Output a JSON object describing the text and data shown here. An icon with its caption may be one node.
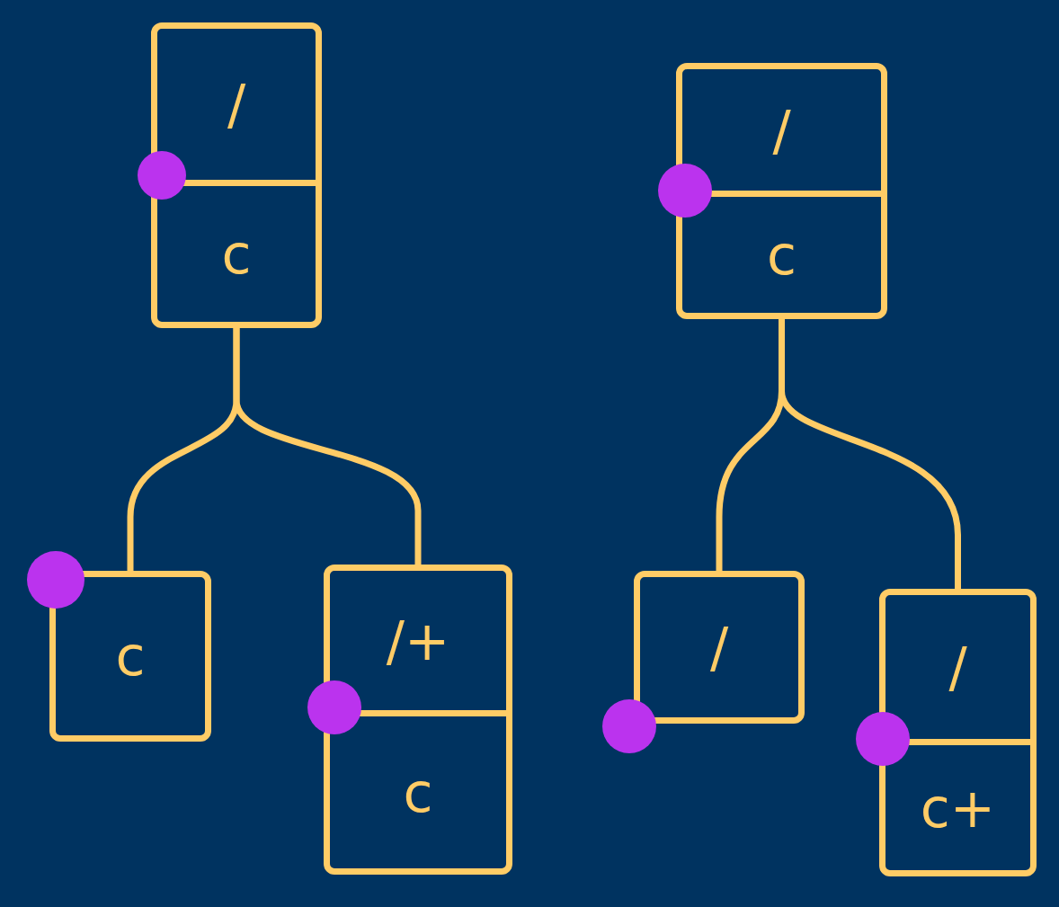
{
  "diagram": {
    "nodes": [
      {
        "text": [],
        "shape": "box"
      },
      {
        "text": [
          "/"
        ],
        "in": 0
      },
      {
        "text": [
          "c"
        ],
        "in": 0
      },
      {
        "text": [],
        "shape": "box"
      },
      {
        "text": [
          "/"
        ],
        "in": 3
      },
      {
        "text": [
          "c"
        ],
        "in": 3
      },
      {
        "text": [
          "c"
        ]
      },
      {
        "text": [],
        "shape": "box"
      },
      {
        "text": [
          "/+"
        ],
        "in": 7
      },
      {
        "text": [
          "c"
        ],
        "in": 7
      },
      {
        "text": [
          "/"
        ]
      },
      {
        "text": [],
        "shape": "box"
      },
      {
        "text": [
          "/"
        ],
        "in": 11
      },
      {
        "text": [
          "c+"
        ],
        "in": 11
      }
    ],
    "edges": [
      {
        "from": 0,
        "to": 6,
        "arrow": "none"
      },
      {
        "from": 0,
        "to": 7,
        "arrow": "none"
      },
      {
        "from": 3,
        "to": 10,
        "arrow": "none"
      },
      {
        "from": 3,
        "to": 11,
        "arrow": "none"
      }
    ]
  }
}
